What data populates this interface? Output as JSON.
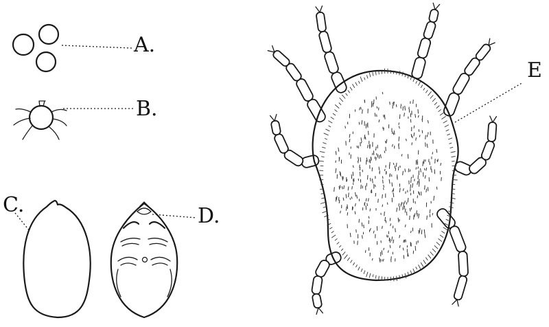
{
  "labels": {
    "a": "A.",
    "b": "B.",
    "c": "C.",
    "d": "D.",
    "e": "E"
  },
  "colors": {
    "ink": "#1a1a1a",
    "paper": "#ffffff"
  }
}
